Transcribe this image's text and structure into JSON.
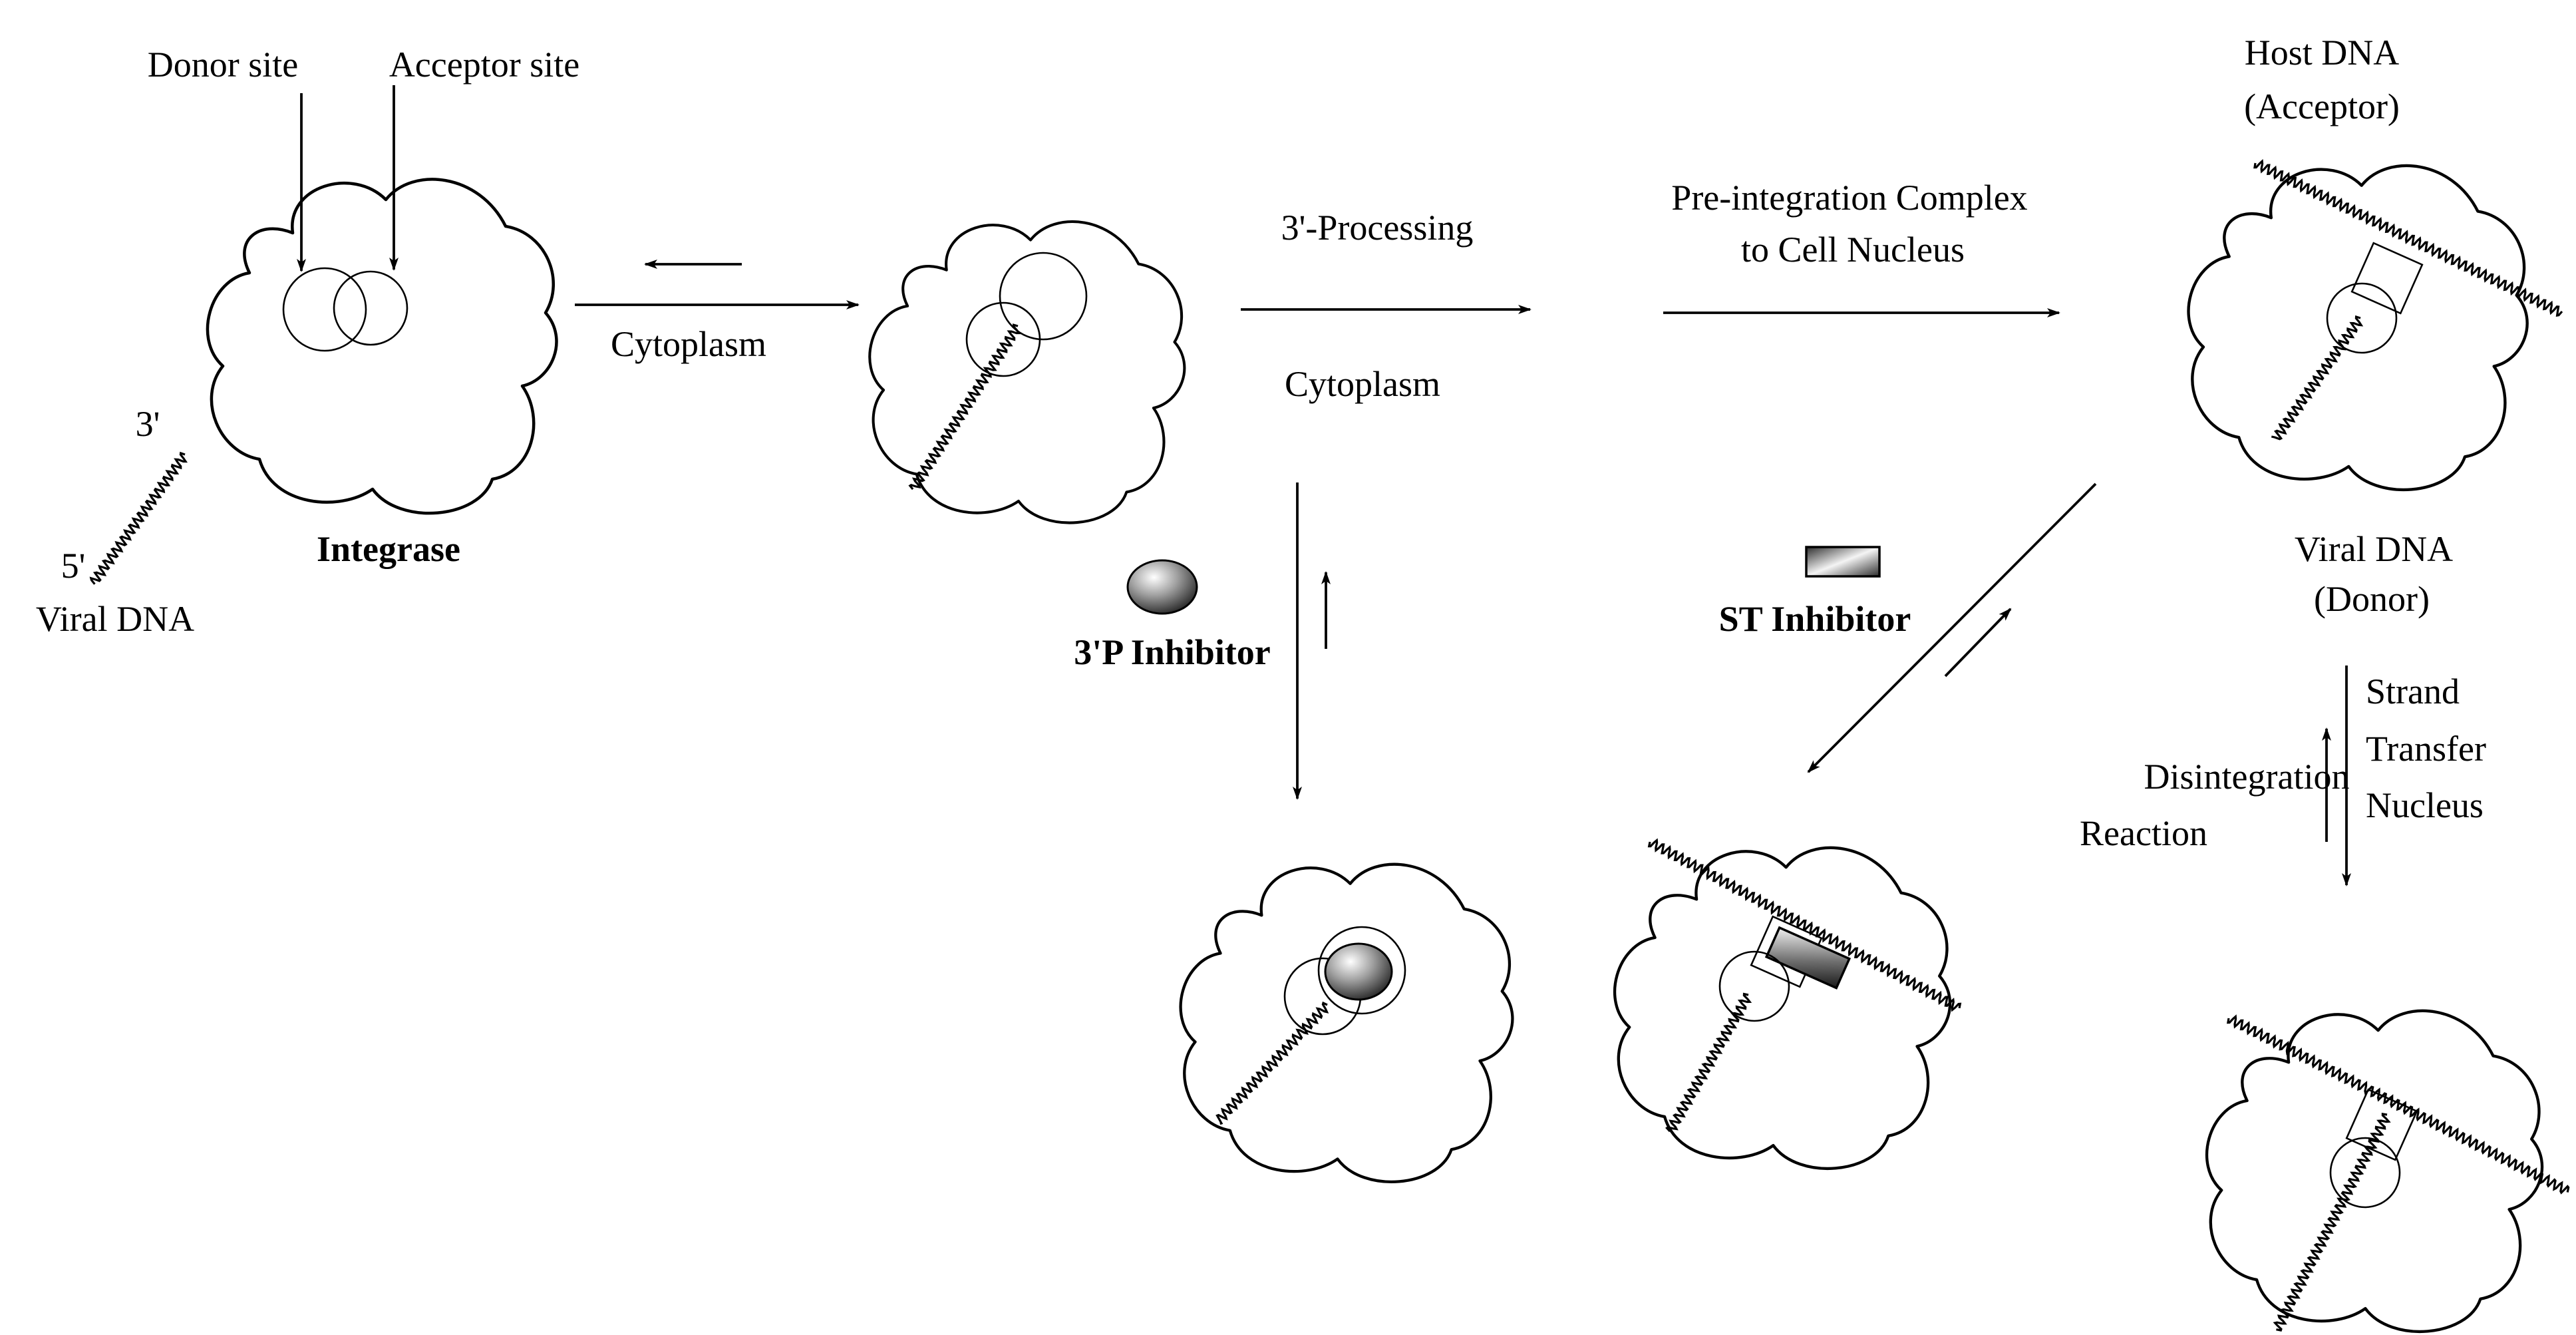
{
  "labels": {
    "donor_site": "Donor site",
    "acceptor_site": "Acceptor site",
    "three_prime": "3'",
    "five_prime": "5'",
    "viral_dna": "Viral DNA",
    "integrase": "Integrase",
    "cytoplasm_1": "Cytoplasm",
    "processing": "3'-Processing",
    "cytoplasm_2": "Cytoplasm",
    "pic_line1": "Pre-integration Complex",
    "pic_line2": "to Cell Nucleus",
    "host_dna_line1": "Host DNA",
    "host_dna_line2": "(Acceptor)",
    "viral_dna_line1": "Viral DNA",
    "viral_dna_line2": "(Donor)",
    "strand": "Strand",
    "transfer": "Transfer",
    "nucleus": "Nucleus",
    "disintegration": "Disintegration",
    "reaction": "Reaction",
    "st_inhibitor": "ST Inhibitor",
    "p_inhibitor": "3'P Inhibitor"
  },
  "colors": {
    "ink": "#000000",
    "inhibitor_light": "#f2f2f2",
    "inhibitor_dark": "#303030"
  }
}
